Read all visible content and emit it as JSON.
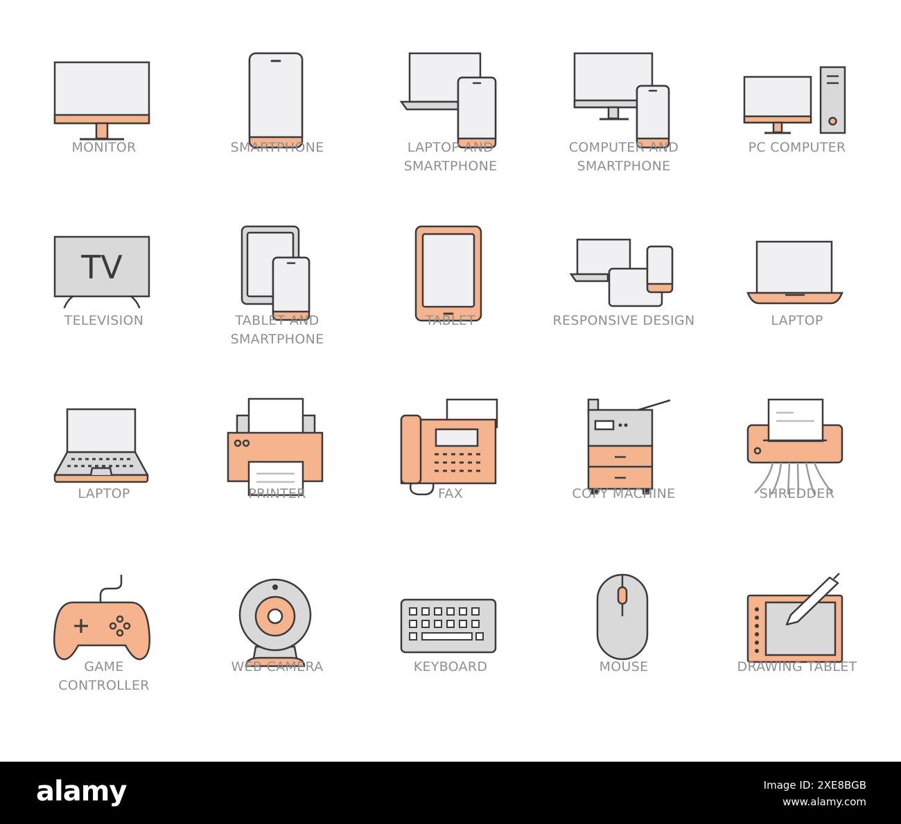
{
  "colors": {
    "outline": "#3a3a3a",
    "screen": "#f0f0f3",
    "body": "#d9d9d9",
    "accent": "#f6b48e",
    "label": "#8f8f8f"
  },
  "icons": [
    {
      "icon": "monitor-icon",
      "lines": [
        "MONITOR",
        ""
      ]
    },
    {
      "icon": "smartphone-icon",
      "lines": [
        "SMARTPHONE",
        ""
      ]
    },
    {
      "icon": "laptop-and-smartphone-icon",
      "lines": [
        "LAPTOP AND",
        "SMARTPHONE"
      ]
    },
    {
      "icon": "computer-and-smartphone-icon",
      "lines": [
        "COMPUTER AND",
        "SMARTPHONE"
      ]
    },
    {
      "icon": "pc-computer-icon",
      "lines": [
        "PC COMPUTER",
        ""
      ]
    },
    {
      "icon": "television-icon",
      "lines": [
        "TELEVISION",
        ""
      ],
      "screen_text": "TV"
    },
    {
      "icon": "tablet-and-smartphone-icon",
      "lines": [
        "TABLET AND",
        "SMARTPHONE"
      ]
    },
    {
      "icon": "tablet-icon",
      "lines": [
        "TABLET",
        ""
      ]
    },
    {
      "icon": "responsive-design-icon",
      "lines": [
        "RESPONSIVE DESIGN",
        ""
      ]
    },
    {
      "icon": "laptop-icon",
      "lines": [
        "LAPTOP",
        ""
      ]
    },
    {
      "icon": "laptop-keyboard-icon",
      "lines": [
        "LAPTOP",
        ""
      ]
    },
    {
      "icon": "printer-icon",
      "lines": [
        "PRINTER",
        ""
      ]
    },
    {
      "icon": "fax-icon",
      "lines": [
        "FAX",
        ""
      ]
    },
    {
      "icon": "copy-machine-icon",
      "lines": [
        "COPY MACHINE",
        ""
      ]
    },
    {
      "icon": "shredder-icon",
      "lines": [
        "SHREDDER",
        ""
      ]
    },
    {
      "icon": "game-controller-icon",
      "lines": [
        "GAME",
        "CONTROLLER"
      ]
    },
    {
      "icon": "web-camera-icon",
      "lines": [
        "WEB CAMERA",
        ""
      ]
    },
    {
      "icon": "keyboard-icon",
      "lines": [
        "KEYBOARD",
        ""
      ]
    },
    {
      "icon": "mouse-icon",
      "lines": [
        "MOUSE",
        ""
      ]
    },
    {
      "icon": "drawing-tablet-icon",
      "lines": [
        "DRAWING TABLET",
        ""
      ]
    }
  ],
  "footer": {
    "brand": "alamy",
    "image_id": "Image ID: 2XE8BGB",
    "site": "www.alamy.com"
  }
}
